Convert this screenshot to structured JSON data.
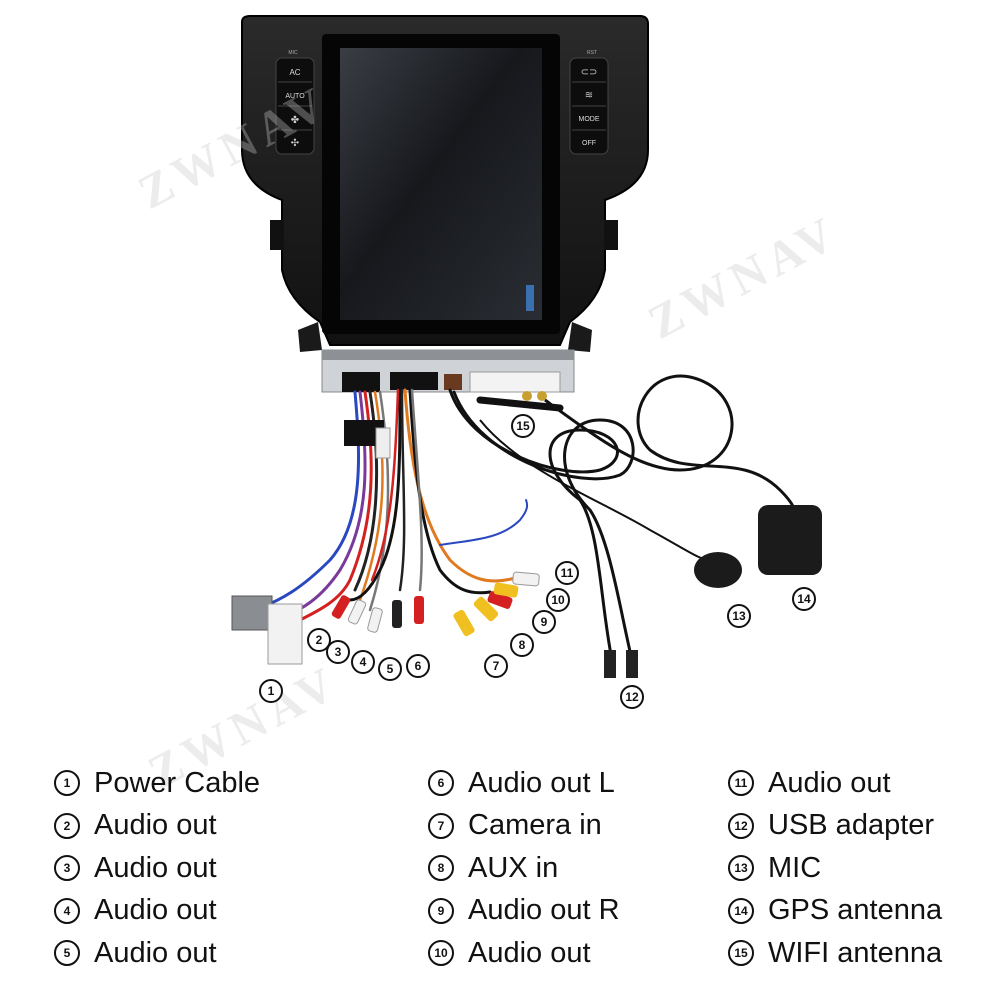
{
  "panel_buttons": {
    "left": [
      "AC",
      "AUTO"
    ],
    "right": [
      "MODE",
      "OFF"
    ],
    "left_small": "MIC",
    "right_small": "RST"
  },
  "watermark": "ZWNAV",
  "callouts": [
    "1",
    "2",
    "3",
    "4",
    "5",
    "6",
    "7",
    "8",
    "9",
    "10",
    "11",
    "12",
    "13",
    "14",
    "15"
  ],
  "legend": [
    {
      "num": "1",
      "label": "Power Cable"
    },
    {
      "num": "2",
      "label": "Audio out"
    },
    {
      "num": "3",
      "label": "Audio out"
    },
    {
      "num": "4",
      "label": "Audio out"
    },
    {
      "num": "5",
      "label": "Audio out"
    },
    {
      "num": "6",
      "label": "Audio out L"
    },
    {
      "num": "7",
      "label": "Camera in"
    },
    {
      "num": "8",
      "label": "AUX in"
    },
    {
      "num": "9",
      "label": "Audio out R"
    },
    {
      "num": "10",
      "label": "Audio out"
    },
    {
      "num": "11",
      "label": "Audio out"
    },
    {
      "num": "12",
      "label": "USB adapter"
    },
    {
      "num": "13",
      "label": "MIC"
    },
    {
      "num": "14",
      "label": "GPS antenna"
    },
    {
      "num": "15",
      "label": "WIFI antenna"
    }
  ],
  "colors": {
    "rca_red": "#d42020",
    "rca_white": "#f2f2f2",
    "rca_yellow": "#f0c020",
    "wire_orange": "#e07a20",
    "wire_purple": "#7a3a9a",
    "wire_blue": "#2a48c0",
    "unit_black": "#1c1c1c"
  }
}
